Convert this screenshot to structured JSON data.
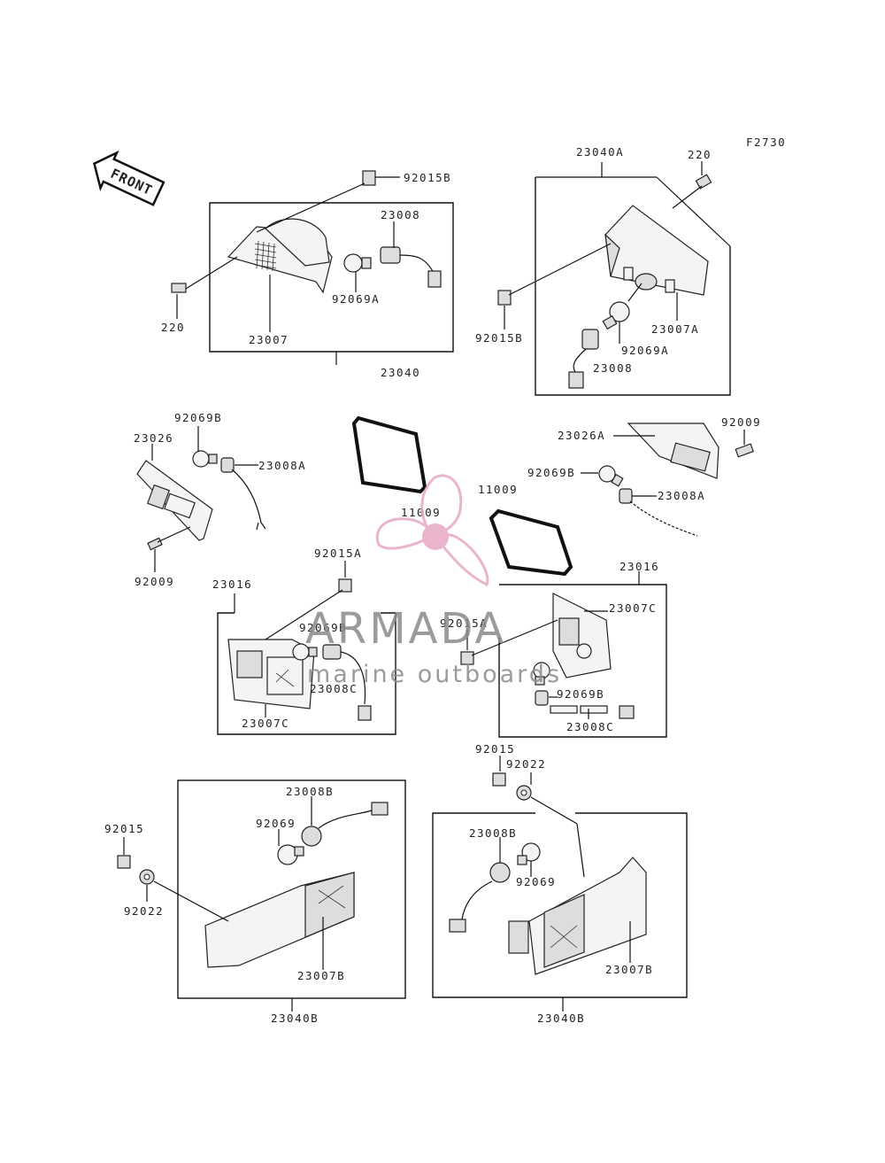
{
  "figure_id": "F2730",
  "front_label": "FRONT",
  "watermark": {
    "brand": "ARMADA",
    "tagline": "marine outboards",
    "brand_color": "#e7a7c4",
    "text_color": "#8a8a8a"
  },
  "labels": {
    "p92015b_a": "92015B",
    "p23008_a": "23008",
    "p92069a_a": "92069A",
    "p220_a": "220",
    "p23007": "23007",
    "p23040": "23040",
    "p23040a": "23040A",
    "p220_b": "220",
    "p92015b_b": "92015B",
    "p92069a_b": "92069A",
    "p23007a": "23007A",
    "p23008_b": "23008",
    "p92069b_a": "92069B",
    "p23026": "23026",
    "p23008a_a": "23008A",
    "p92009_a": "92009",
    "p11009_a": "11009",
    "p11009_b": "11009",
    "p23026a": "23026A",
    "p92009_b": "92009",
    "p92069b_b": "92069B",
    "p23008a_b": "23008A",
    "p92015a_a": "92015A",
    "p23016_a": "23016",
    "p92069b_c": "92069B",
    "p23008c_a": "23008C",
    "p23007c_a": "23007C",
    "p92015a_b": "92015A",
    "p23016_b": "23016",
    "p23007c_b": "23007C",
    "p92069b_d": "92069B",
    "p23008c_b": "23008C",
    "p92015_a": "92015",
    "p92022_a": "92022",
    "p23008b_a": "23008B",
    "p92069_a": "92069",
    "p92015_b": "92015",
    "p92022_b": "92022",
    "p23007b_a": "23007B",
    "p23040b_a": "23040B",
    "p23008b_b": "23008B",
    "p92069_b": "92069",
    "p23007b_b": "23007B",
    "p23040b_b": "23040B"
  }
}
